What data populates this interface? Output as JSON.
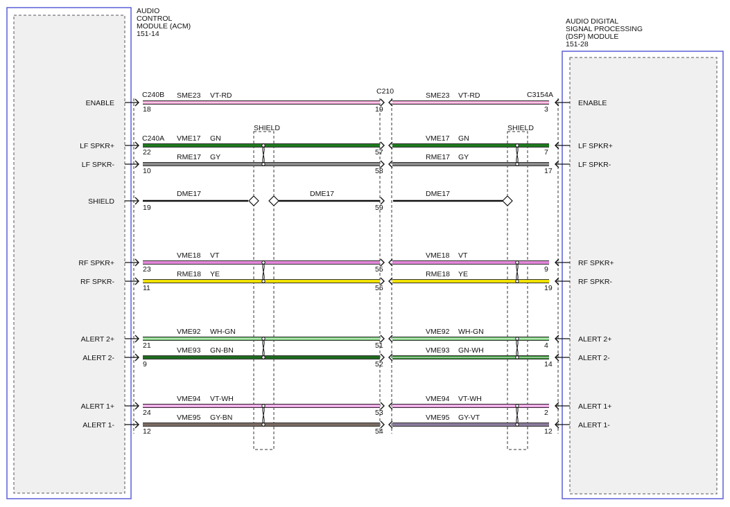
{
  "modules": {
    "left": {
      "title_lines": [
        "AUDIO",
        "CONTROL",
        "MODULE (ACM)",
        "151-14"
      ]
    },
    "right": {
      "title_lines": [
        "AUDIO DIGITAL",
        "SIGNAL PROCESSING",
        "(DSP) MODULE",
        "151-28"
      ]
    }
  },
  "connectors": {
    "left_top": "C240B",
    "left_second": "C240A",
    "middle": "C210",
    "right": "C3154A"
  },
  "shield_labels": {
    "left": "SHIELD",
    "right": "SHIELD"
  },
  "colors": {
    "VT-RD": "#e890c8",
    "GN": "#1e7a1e",
    "GY": "#8a8a8a",
    "VT": "#e287d8",
    "YE": "#f2e200",
    "WH-GN": "#6cc46c",
    "GN-BN": "#1f6b1f",
    "GN-WH": "#2a8a2a",
    "VT-WH": "#e287d8",
    "GY-BN": "#7a6a62",
    "GY-VT": "#8a7a9a",
    "black": "#111111",
    "module_border": "#5a5fd6"
  },
  "signals": [
    {
      "left_label": "ENABLE",
      "right_label": "ENABLE",
      "left_pin": "18",
      "mid_pin": "19",
      "right_pin": "3",
      "left_circuit": "SME23",
      "left_color": "VT-RD",
      "right_circuit": "SME23",
      "right_color": "VT-RD"
    },
    {
      "left_label": "LF SPKR+",
      "right_label": "LF SPKR+",
      "left_pin": "22",
      "mid_pin": "57",
      "right_pin": "7",
      "left_circuit": "VME17",
      "left_color": "GN",
      "right_circuit": "VME17",
      "right_color": "GN"
    },
    {
      "left_label": "LF SPKR-",
      "right_label": "LF SPKR-",
      "left_pin": "10",
      "mid_pin": "58",
      "right_pin": "17",
      "left_circuit": "RME17",
      "left_color": "GY",
      "right_circuit": "RME17",
      "right_color": "GY"
    },
    {
      "left_label": "SHIELD",
      "right_label": "",
      "left_pin": "19",
      "mid_pin": "59",
      "right_pin": "",
      "left_circuit": "DME17",
      "left_color": "",
      "mid_circuit": "DME17",
      "right_circuit": "DME17",
      "right_color": ""
    },
    {
      "left_label": "RF SPKR+",
      "right_label": "RF SPKR+",
      "left_pin": "23",
      "mid_pin": "55",
      "right_pin": "9",
      "left_circuit": "VME18",
      "left_color": "VT",
      "right_circuit": "VME18",
      "right_color": "VT"
    },
    {
      "left_label": "RF SPKR-",
      "right_label": "RF SPKR-",
      "left_pin": "11",
      "mid_pin": "56",
      "right_pin": "19",
      "left_circuit": "RME18",
      "left_color": "YE",
      "right_circuit": "RME18",
      "right_color": "YE"
    },
    {
      "left_label": "ALERT 2+",
      "right_label": "ALERT 2+",
      "left_pin": "21",
      "mid_pin": "51",
      "right_pin": "4",
      "left_circuit": "VME92",
      "left_color": "WH-GN",
      "right_circuit": "VME92",
      "right_color": "WH-GN"
    },
    {
      "left_label": "ALERT 2-",
      "right_label": "ALERT 2-",
      "left_pin": "9",
      "mid_pin": "52",
      "right_pin": "14",
      "left_circuit": "VME93",
      "left_color": "GN-BN",
      "right_circuit": "VME93",
      "right_color": "GN-WH"
    },
    {
      "left_label": "ALERT 1+",
      "right_label": "ALERT 1+",
      "left_pin": "24",
      "mid_pin": "53",
      "right_pin": "2",
      "left_circuit": "VME94",
      "left_color": "VT-WH",
      "right_circuit": "VME94",
      "right_color": "VT-WH"
    },
    {
      "left_label": "ALERT 1-",
      "right_label": "ALERT 1-",
      "left_pin": "12",
      "mid_pin": "54",
      "right_pin": "12",
      "left_circuit": "VME95",
      "left_color": "GY-BN",
      "right_circuit": "VME95",
      "right_color": "GY-VT"
    }
  ]
}
